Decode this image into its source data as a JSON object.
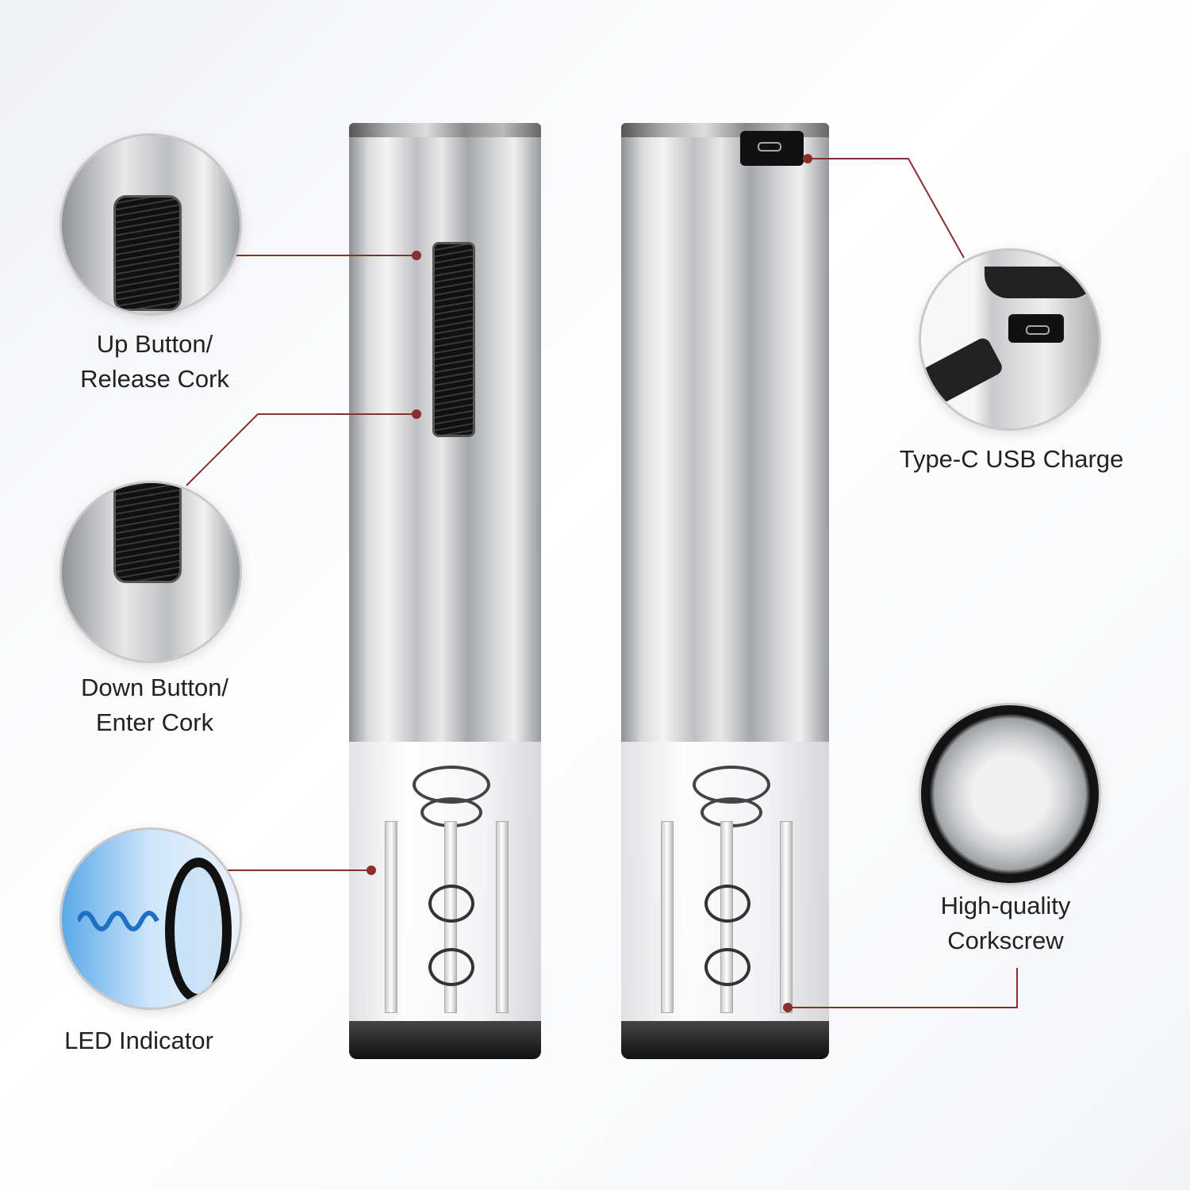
{
  "callouts": {
    "up_button": {
      "line1": "Up Button/",
      "line2": "Release Cork"
    },
    "down_button": {
      "line1": "Down Button/",
      "line2": "Enter Cork"
    },
    "led": {
      "line1": "LED Indicator"
    },
    "usb": {
      "line1": "Type-C USB Charge"
    },
    "corkscrew": {
      "line1": "High-quality",
      "line2": "Corkscrew"
    }
  },
  "colors": {
    "callout_line": "#8b2e2e",
    "metal": "#c8c9cb",
    "base": "#1a1a1a"
  }
}
